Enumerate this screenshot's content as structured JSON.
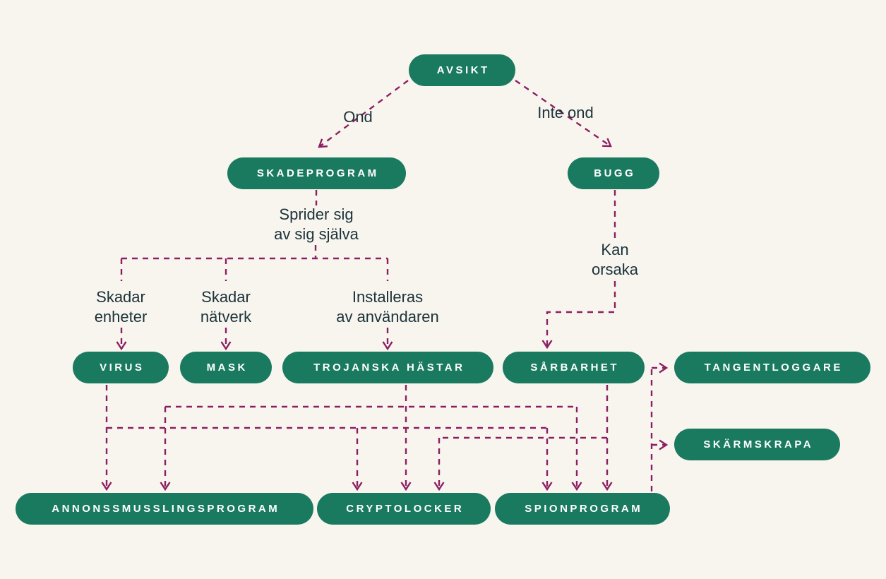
{
  "diagram": {
    "language": "sv",
    "colors": {
      "background": "#f8f5ee",
      "node_fill": "#1a7a60",
      "node_text": "#ffffff",
      "connector": "#8c1f63",
      "edge_label_text": "#1b323a"
    },
    "nodes": {
      "avsikt": "AVSIKT",
      "skadeprogram": "SKADEPROGRAM",
      "bugg": "BUGG",
      "virus": "VIRUS",
      "mask": "MASK",
      "trojanska_hastar": "TROJANSKA HÄSTAR",
      "sarbarhet": "SÅRBARHET",
      "tangentloggare": "TANGENTLOGGARE",
      "skarmskrapa": "SKÄRMSKRAPA",
      "annonssmusslingsprogram": "ANNONSSMUSSLINGSPROGRAM",
      "cryptolocker": "CRYPTOLOCKER",
      "spionprogram": "SPIONPROGRAM"
    },
    "edge_labels": {
      "ond": "Ond",
      "inte_ond": "Inte ond",
      "sprider_line1": "Sprider sig",
      "sprider_line2": "av sig själva",
      "kan_line1": "Kan",
      "kan_line2": "orsaka",
      "skadar_enheter_line1": "Skadar",
      "skadar_enheter_line2": "enheter",
      "skadar_natverk_line1": "Skadar",
      "skadar_natverk_line2": "nätverk",
      "installeras_line1": "Installeras",
      "installeras_line2": "av användaren"
    },
    "edges": [
      {
        "from": "AVSIKT",
        "to": "SKADEPROGRAM",
        "label": "Ond"
      },
      {
        "from": "AVSIKT",
        "to": "BUGG",
        "label": "Inte ond"
      },
      {
        "from": "SKADEPROGRAM",
        "to": "VIRUS",
        "label": "Sprider sig av sig själva / Skadar enheter"
      },
      {
        "from": "SKADEPROGRAM",
        "to": "MASK",
        "label": "Sprider sig av sig själva / Skadar nätverk"
      },
      {
        "from": "SKADEPROGRAM",
        "to": "TROJANSKA HÄSTAR",
        "label": "Sprider sig av sig själva / Installeras av användaren"
      },
      {
        "from": "BUGG",
        "to": "SÅRBARHET",
        "label": "Kan orsaka"
      },
      {
        "from": "VIRUS",
        "to": "ANNONSSMUSSLINGSPROGRAM",
        "label": ""
      },
      {
        "from": "VIRUS",
        "to": "CRYPTOLOCKER",
        "label": ""
      },
      {
        "from": "VIRUS",
        "to": "SPIONPROGRAM",
        "label": ""
      },
      {
        "from": "TROJANSKA HÄSTAR",
        "to": "ANNONSSMUSSLINGSPROGRAM",
        "label": ""
      },
      {
        "from": "TROJANSKA HÄSTAR",
        "to": "CRYPTOLOCKER",
        "label": ""
      },
      {
        "from": "TROJANSKA HÄSTAR",
        "to": "SPIONPROGRAM",
        "label": ""
      },
      {
        "from": "SÅRBARHET",
        "to": "CRYPTOLOCKER",
        "label": ""
      },
      {
        "from": "SÅRBARHET",
        "to": "SPIONPROGRAM",
        "label": ""
      },
      {
        "from": "SPIONPROGRAM",
        "to": "TANGENTLOGGARE",
        "label": ""
      },
      {
        "from": "SPIONPROGRAM",
        "to": "SKÄRMSKRAPA",
        "label": ""
      }
    ]
  }
}
